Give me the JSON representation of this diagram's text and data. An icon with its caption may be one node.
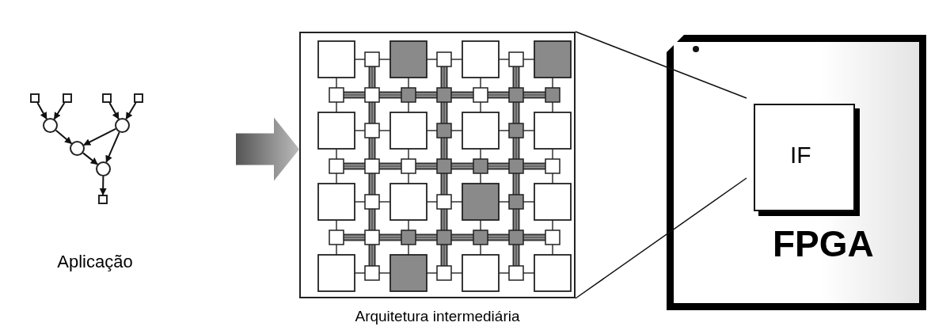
{
  "diagram": {
    "nodes": [
      {
        "text": [],
        "shape": "box"
      },
      {
        "text": [],
        "shape": "box"
      },
      {
        "text": [],
        "shape": "box"
      },
      {
        "text": [],
        "shape": "box"
      },
      {
        "text": [],
        "shape": "circle"
      },
      {
        "text": [],
        "shape": "circle"
      },
      {
        "text": [],
        "shape": "circle"
      },
      {
        "text": [],
        "shape": "circle"
      },
      {
        "text": [],
        "shape": "box"
      },
      {
        "text": [
          "Arquitetura intermediária"
        ]
      },
      {
        "text": [
          "FPGA"
        ]
      },
      {
        "text": [
          "IF"
        ],
        "in": 10
      }
    ],
    "edges": [
      {
        "from": 0,
        "to": 4,
        "arrow": "to"
      },
      {
        "from": 1,
        "to": 4,
        "arrow": "to"
      },
      {
        "from": 2,
        "to": 5,
        "arrow": "to"
      },
      {
        "from": 3,
        "to": 5,
        "arrow": "to"
      },
      {
        "from": 4,
        "to": 6,
        "arrow": "to"
      },
      {
        "from": 5,
        "to": 6,
        "arrow": "to"
      },
      {
        "from": 5,
        "to": 7,
        "arrow": "to"
      },
      {
        "from": 6,
        "to": 7,
        "arrow": "to"
      },
      {
        "from": 7,
        "to": 8,
        "arrow": "to"
      },
      {
        "from": null,
        "to": 9,
        "arrow": "to",
        "style": "thick"
      },
      {
        "from": 9,
        "to": 11,
        "arrow": "none"
      },
      {
        "from": 9,
        "to": 11,
        "arrow": "none"
      }
    ],
    "labels": [
      "Aplicação"
    ]
  }
}
